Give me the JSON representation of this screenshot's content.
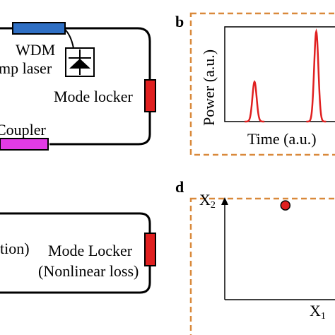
{
  "panels": {
    "b": {
      "letter": "b",
      "ylabel": "Power (a.u.)",
      "xlabel": "Time (a.u.)"
    },
    "d": {
      "letter": "d",
      "ylabel_main": "X",
      "ylabel_sub": "2",
      "xlabel_main": "X",
      "xlabel_sub": "1"
    }
  },
  "laser_diagram": {
    "wdm_label": "WDM",
    "pump_label": "mp laser",
    "mode_locker_label": "Mode locker",
    "coupler_label": "Coupler"
  },
  "ring_diagram": {
    "left_label": "tion)",
    "mode_locker_label": "Mode Locker",
    "nonlinear_label": "(Nonlinear loss)"
  },
  "chart_data": [
    {
      "type": "line",
      "panel": "b",
      "xlabel": "Time (a.u.)",
      "ylabel": "Power (a.u.)",
      "series": [
        {
          "pulses": [
            {
              "center": 0.27,
              "height": 0.42
            },
            {
              "center": 0.83,
              "height": 0.95
            }
          ]
        }
      ],
      "colors": {
        "pulse": "#e02020"
      }
    },
    {
      "type": "scatter",
      "panel": "d",
      "xlabel": "X1",
      "ylabel": "X2",
      "points": [
        {
          "x": 0.55,
          "y": 0.92
        }
      ],
      "colors": {
        "point": "#e02020"
      }
    }
  ],
  "colors": {
    "dashed_border": "#d9893b",
    "wdm": "#2f6fc4",
    "mode_locker": "#e02020",
    "coupler": "#e23be6",
    "pulse": "#e02020"
  }
}
